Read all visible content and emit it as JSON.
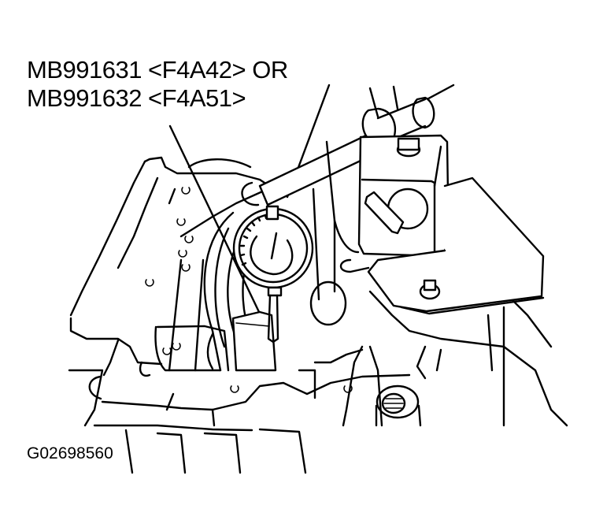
{
  "callouts": {
    "line1": "MB991631 <F4A42> OR",
    "line2": "MB991632 <F4A51>"
  },
  "figure": {
    "id": "G02698560",
    "subject": "dial-indicator-on-magnetic-base-measuring-transaxle-case",
    "components": [
      "transaxle-case",
      "dial-indicator",
      "magnetic-base",
      "indicator-holder-arm",
      "mounting-plate",
      "special-tool-mb991631-or-mb991632",
      "bolt-hole"
    ]
  },
  "colors": {
    "line": "#000000",
    "background": "#ffffff"
  }
}
